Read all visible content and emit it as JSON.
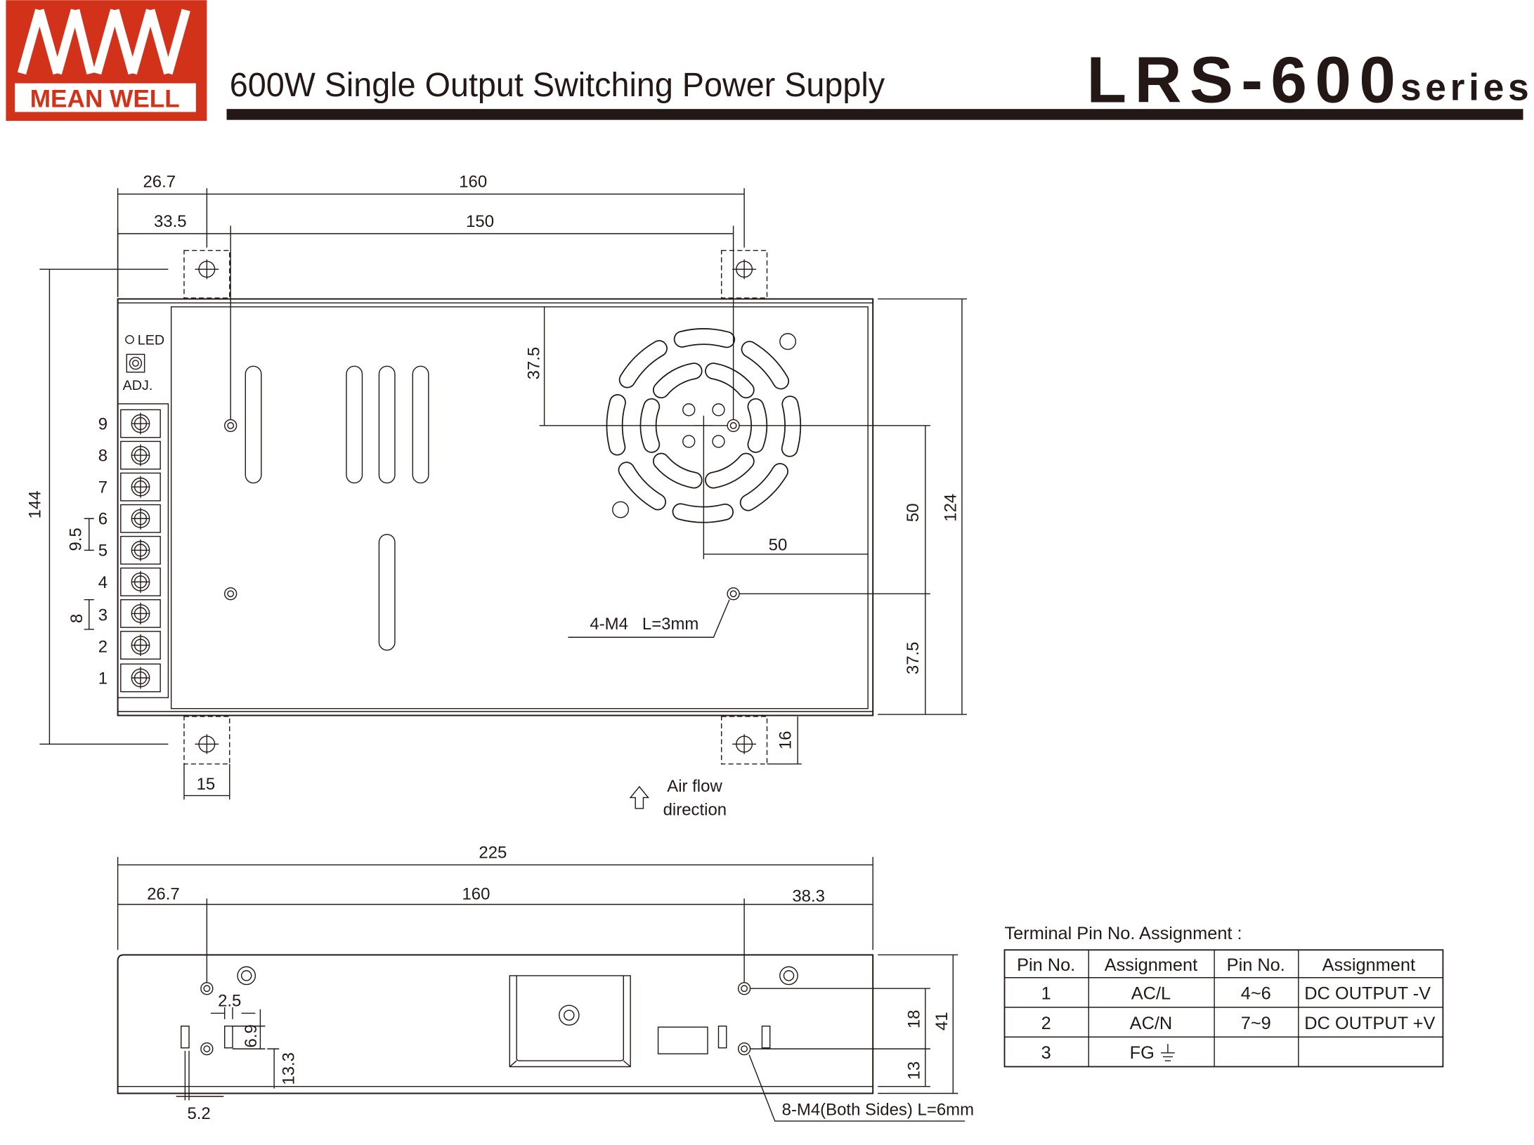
{
  "header": {
    "brand": "MEAN WELL",
    "logo_mark": "MW",
    "subtitle": "600W Single Output Switching Power Supply",
    "model": "LRS-600",
    "series": "series",
    "brand_color": "#d2321a",
    "bar_color": "#231815"
  },
  "top_view": {
    "dims": {
      "d26_7": "26.7",
      "d160": "160",
      "d33_5": "33.5",
      "d150": "150",
      "d144": "144",
      "d9_5": "9.5",
      "d8": "8",
      "d37_5_top": "37.5",
      "d50_right": "50",
      "d124": "124",
      "d37_5_bottom": "37.5",
      "d50_fan": "50",
      "d16": "16",
      "d15": "15"
    },
    "led_label": "LED",
    "adj_label": "ADJ.",
    "terminal_numbers": [
      "9",
      "8",
      "7",
      "6",
      "5",
      "4",
      "3",
      "2",
      "1"
    ],
    "screw_note": "4-M4   L=3mm",
    "airflow_line1": "Air flow",
    "airflow_line2": "direction"
  },
  "side_view": {
    "dims": {
      "d225": "225",
      "d26_7": "26.7",
      "d160": "160",
      "d38_3": "38.3",
      "d2_5": "2.5",
      "d6_9": "6.9",
      "d13_3": "13.3",
      "d5_2": "5.2",
      "d18": "18",
      "d41": "41",
      "d13": "13"
    },
    "screw_note": "8-M4(Both Sides) L=6mm"
  },
  "pin_table": {
    "title": "Terminal Pin No. Assignment :",
    "headers": [
      "Pin No.",
      "Assignment",
      "Pin No.",
      "Assignment"
    ],
    "rows": [
      [
        "1",
        "AC/L",
        "4~6",
        "DC OUTPUT -V"
      ],
      [
        "2",
        "AC/N",
        "7~9",
        "DC OUTPUT +V"
      ],
      [
        "3",
        "FG",
        "",
        ""
      ]
    ],
    "fg_icon": "ground-icon"
  }
}
